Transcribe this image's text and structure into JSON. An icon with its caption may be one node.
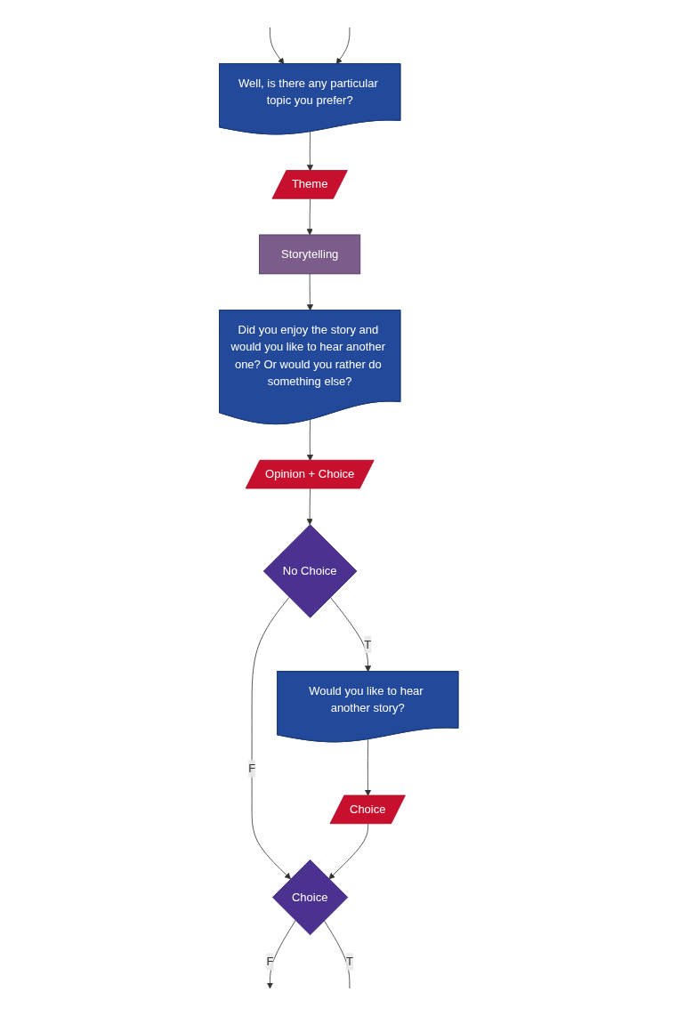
{
  "diagram": {
    "nodes": [
      {
        "text": [
          "Well, is there any particular topic you prefer?"
        ]
      },
      {
        "text": [
          "Theme"
        ]
      },
      {
        "text": [
          "Storytelling"
        ]
      },
      {
        "text": [
          "Did you enjoy the story and would you like to hear another one? Or would you rather do something else?"
        ]
      },
      {
        "text": [
          "Opinion + Choice"
        ]
      },
      {
        "text": [
          "No Choice"
        ]
      },
      {
        "text": [
          "Would you like to hear another story?"
        ]
      },
      {
        "text": [
          "Choice"
        ]
      },
      {
        "text": [
          "Choice"
        ]
      }
    ],
    "edges": [
      {
        "from": null,
        "to": 0,
        "arrow": "to"
      },
      {
        "from": null,
        "to": 0,
        "arrow": "to"
      },
      {
        "from": 0,
        "to": 1,
        "arrow": "to"
      },
      {
        "from": 1,
        "to": 2,
        "arrow": "to"
      },
      {
        "from": 2,
        "to": 3,
        "arrow": "to"
      },
      {
        "from": 3,
        "to": 4,
        "arrow": "to"
      },
      {
        "from": 4,
        "to": 5,
        "arrow": "to"
      },
      {
        "from": 5,
        "to": 6,
        "label": "T",
        "arrow": "to"
      },
      {
        "from": 5,
        "to": 8,
        "label": "F",
        "arrow": "to"
      },
      {
        "from": 6,
        "to": 7,
        "arrow": "to"
      },
      {
        "from": 7,
        "to": 8,
        "arrow": "to"
      },
      {
        "from": 8,
        "to": null,
        "label": "F",
        "arrow": "to"
      },
      {
        "from": 8,
        "to": null,
        "label": "T",
        "arrow": "none"
      }
    ]
  }
}
